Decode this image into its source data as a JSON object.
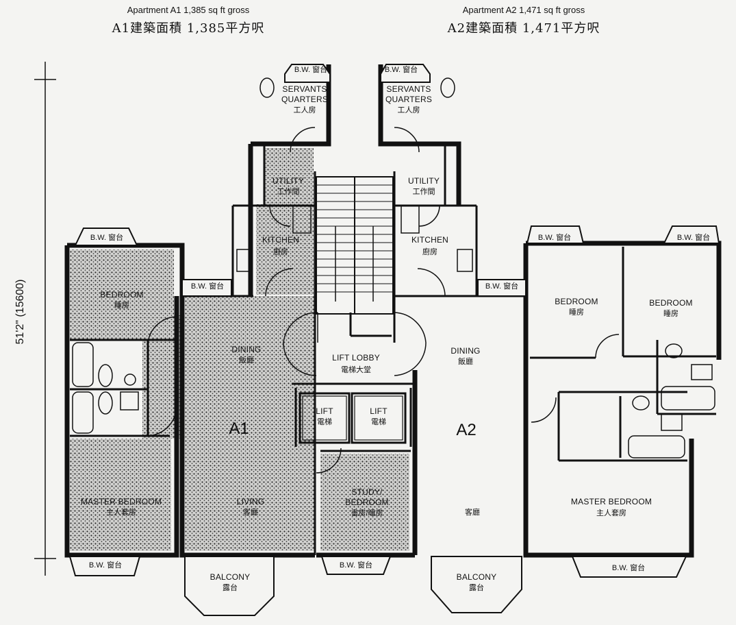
{
  "headers": {
    "a1_en": "Apartment A1  1,385 sq ft gross",
    "a1_zh": "A1建築面積 1,385平方呎",
    "a2_en": "Apartment A2  1,471 sq ft gross",
    "a2_zh": "A2建築面積 1,471平方呎"
  },
  "dimension": "51'2\" (15600)",
  "units": {
    "a1": "A1",
    "a2": "A2"
  },
  "bay_windows": {
    "a1_servant": "B.W. 窗台",
    "a2_servant": "B.W. 窗台",
    "a1_bedroom": "B.W. 窗台",
    "a1_dining": "B.W. 窗台",
    "a2_dining": "B.W. 窗台",
    "a2_bed1": "B.W. 窗台",
    "a2_bed2": "B.W. 窗台",
    "a1_master": "B.W. 窗台",
    "a1_study": "B.W. 窗台",
    "a2_master": "B.W. 窗台"
  },
  "rooms": {
    "a1_servant": {
      "en1": "SERVANTS",
      "en2": "QUARTERS",
      "zh": "工人房"
    },
    "a2_servant": {
      "en1": "SERVANTS",
      "en2": "QUARTERS",
      "zh": "工人房"
    },
    "a1_utility": {
      "en": "UTILITY",
      "zh": "工作間"
    },
    "a2_utility": {
      "en": "UTILITY",
      "zh": "工作間"
    },
    "a1_kitchen": {
      "en": "KITCHEN",
      "zh": "廚房"
    },
    "a2_kitchen": {
      "en": "KITCHEN",
      "zh": "廚房"
    },
    "a1_bedroom": {
      "en": "BEDROOM",
      "zh": "睡房"
    },
    "a1_dining": {
      "en": "DINING",
      "zh": "飯廳"
    },
    "lift_lobby": {
      "en": "LIFT LOBBY",
      "zh": "電梯大堂"
    },
    "a2_dining": {
      "en": "DINING",
      "zh": "飯廳"
    },
    "a2_bed1": {
      "en": "BEDROOM",
      "zh": "睡房"
    },
    "a2_bed2": {
      "en": "BEDROOM",
      "zh": "睡房"
    },
    "lift1": {
      "en": "LIFT",
      "zh": "電梯"
    },
    "lift2": {
      "en": "LIFT",
      "zh": "電梯"
    },
    "a1_master": {
      "en": "MASTER BEDROOM",
      "zh": "主人套房"
    },
    "a1_living": {
      "en": "LIVING",
      "zh": "客廳"
    },
    "a1_study": {
      "en1": "STUDY/",
      "en2": "BEDROOM",
      "zh": "書房/睡房"
    },
    "a2_living": {
      "zh": "客廳"
    },
    "a2_master": {
      "en": "MASTER BEDROOM",
      "zh": "主人套房"
    },
    "a1_balcony": {
      "en": "BALCONY",
      "zh": "露台"
    },
    "a2_balcony": {
      "en": "BALCONY",
      "zh": "露台"
    }
  }
}
